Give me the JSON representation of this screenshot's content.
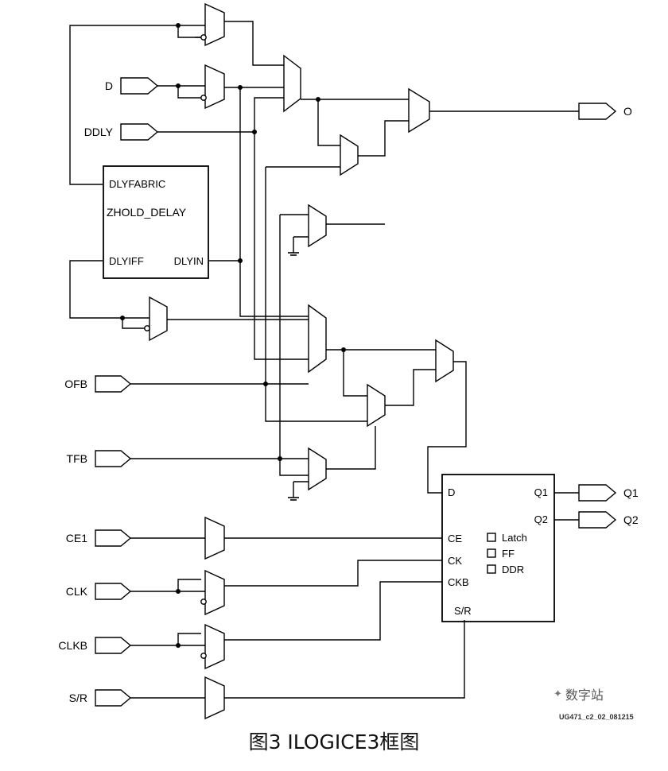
{
  "ports": {
    "inputs": [
      "D",
      "DDLY",
      "OFB",
      "TFB",
      "CE1",
      "CLK",
      "CLKB",
      "S/R"
    ],
    "outputs": [
      "O",
      "Q1",
      "Q2"
    ]
  },
  "zhold_block": {
    "title": "ZHOLD_DELAY",
    "pin_dlyfabric": "DLYFABRIC",
    "pin_dlyiff": "DLYIFF",
    "pin_dlyin": "DLYIN"
  },
  "storage_block": {
    "pin_d": "D",
    "pin_q1": "Q1",
    "pin_q2": "Q2",
    "pin_ce": "CE",
    "pin_ck": "CK",
    "pin_ckb": "CKB",
    "pin_sr": "S/R",
    "options": [
      "Latch",
      "FF",
      "DDR"
    ]
  },
  "doc_id": "UG471_c2_02_081215",
  "watermark": "数字站",
  "caption": "图3 ILOGICE3框图"
}
